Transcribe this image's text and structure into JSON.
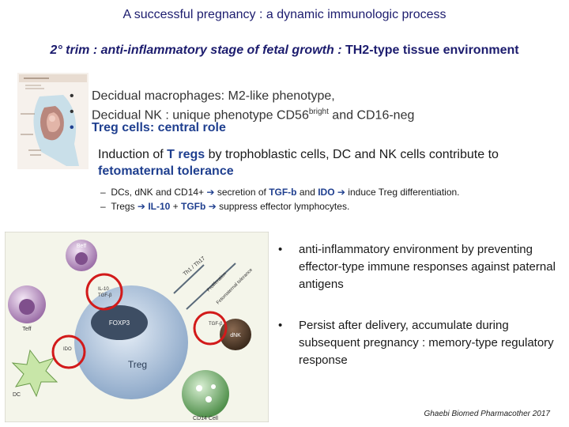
{
  "title": "A successful pregnancy : a dynamic immunologic process",
  "subtitle": {
    "italic_part": "2° trim : anti-inflammatory stage of fetal growth :",
    "plain_part": " TH2-type tissue environment"
  },
  "bullets_top": [
    {
      "text": "Decidual macrophages: M2-like phenotype,"
    },
    {
      "pre": "Decidual NK : unique phenotype CD56",
      "sup": "bright",
      "post": " and CD16-neg"
    },
    {
      "text": "Treg cells: central role"
    }
  ],
  "induction": {
    "p1": "Induction of ",
    "p2": "T regs",
    "p3": " by trophoblastic cells, DC and NK cells  contribute to ",
    "p4": "fetomaternal tolerance"
  },
  "dash_items": [
    {
      "a": "DCs, dNK and CD14+ ",
      "b": "secretion of ",
      "c": "TGF-b",
      "d": " and ",
      "e": "IDO",
      "f": " induce Treg differentiation."
    },
    {
      "a": "Tregs ",
      "c": "IL-10",
      "d": " + ",
      "e": "TGFb",
      "f": " suppress  effector lymphocytes."
    }
  ],
  "bullets_right": [
    {
      "text": "anti-inflammatory environment by preventing effector-type immune responses against paternal antigens"
    },
    {
      "text": "Persist after delivery, accumulate during subsequent pregnancy : memory-type regulatory response"
    }
  ],
  "citation": "Ghaebi Biomed Pharmacother 2017",
  "figure_labels": {
    "beff": "Beff",
    "teff": "Teff",
    "foxp3": "FOXP3",
    "treg": "Treg",
    "dnk": "dNK",
    "dc": "DC",
    "cd": "CD14 Cell",
    "ido": "IDO",
    "il10": "IL-10",
    "tgfb": "TGF-β",
    "th": "Th1 / Th17",
    "prolif": "Proliferation",
    "feto": "Fetomaternal tolerance"
  },
  "colors": {
    "title": "#1c1c6e",
    "accent_blue": "#1f3f8f",
    "red_circle": "#d21a1a"
  }
}
